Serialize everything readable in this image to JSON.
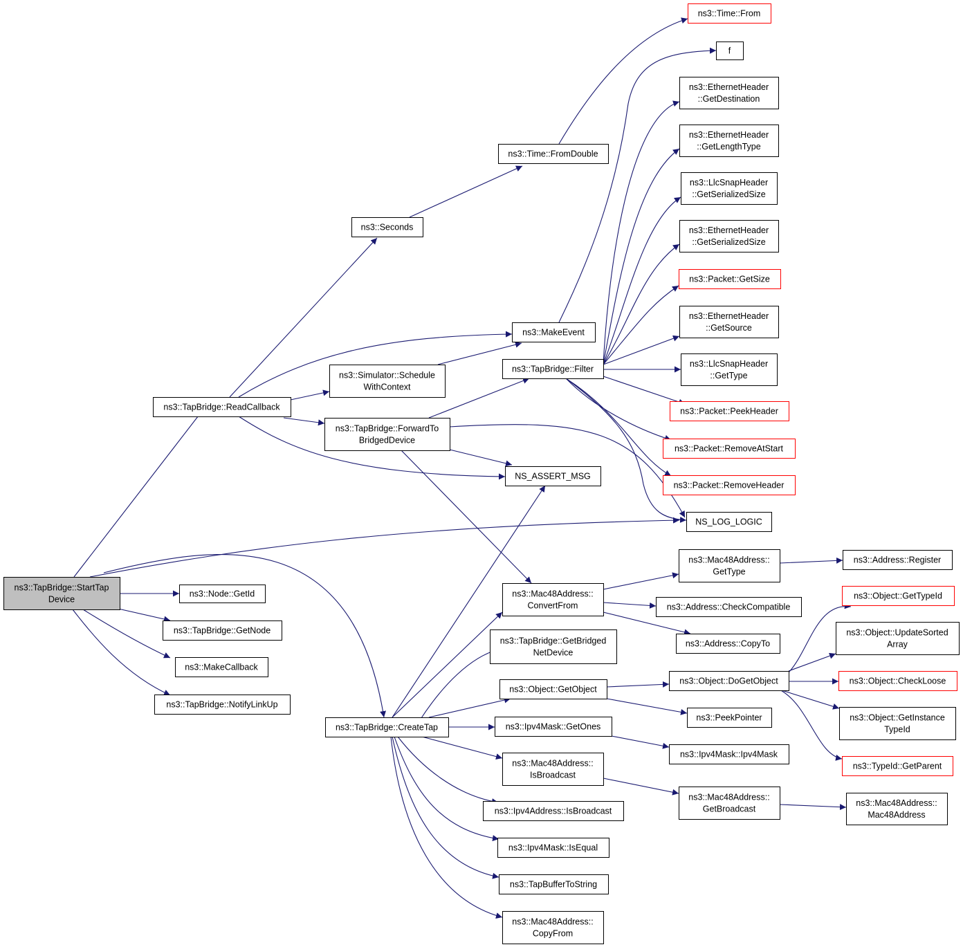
{
  "graph": {
    "colors": {
      "edge": "#191970",
      "node_border": "#000000",
      "truncated_border": "#ff0000",
      "root_fill": "#bfbfbf",
      "node_fill": "#ffffff"
    },
    "nodes": [
      {
        "id": "start_tap",
        "lines": [
          "ns3::TapBridge::StartTap",
          "Device"
        ],
        "root": true
      },
      {
        "id": "read_callback",
        "lines": [
          "ns3::TapBridge::ReadCallback"
        ]
      },
      {
        "id": "node_getid",
        "lines": [
          "ns3::Node::GetId"
        ]
      },
      {
        "id": "get_node",
        "lines": [
          "ns3::TapBridge::GetNode"
        ]
      },
      {
        "id": "make_callback",
        "lines": [
          "ns3::MakeCallback"
        ]
      },
      {
        "id": "notify_linkup",
        "lines": [
          "ns3::TapBridge::NotifyLinkUp"
        ]
      },
      {
        "id": "create_tap",
        "lines": [
          "ns3::TapBridge::CreateTap"
        ]
      },
      {
        "id": "seconds",
        "lines": [
          "ns3::Seconds"
        ]
      },
      {
        "id": "schedule_ctx",
        "lines": [
          "ns3::Simulator::Schedule",
          "WithContext"
        ]
      },
      {
        "id": "forward_to",
        "lines": [
          "ns3::TapBridge::ForwardTo",
          "BridgedDevice"
        ]
      },
      {
        "id": "time_fromdouble",
        "lines": [
          "ns3::Time::FromDouble"
        ]
      },
      {
        "id": "make_event",
        "lines": [
          "ns3::MakeEvent"
        ]
      },
      {
        "id": "filter",
        "lines": [
          "ns3::TapBridge::Filter"
        ]
      },
      {
        "id": "ns_assert_msg",
        "lines": [
          "NS_ASSERT_MSG"
        ]
      },
      {
        "id": "time_from",
        "lines": [
          "ns3::Time::From"
        ],
        "truncated": true
      },
      {
        "id": "f",
        "lines": [
          "f"
        ]
      },
      {
        "id": "eth_getdest",
        "lines": [
          "ns3::EthernetHeader",
          "::GetDestination"
        ]
      },
      {
        "id": "eth_getlentype",
        "lines": [
          "ns3::EthernetHeader",
          "::GetLengthType"
        ]
      },
      {
        "id": "llc_getsersize",
        "lines": [
          "ns3::LlcSnapHeader",
          "::GetSerializedSize"
        ]
      },
      {
        "id": "eth_getsersize",
        "lines": [
          "ns3::EthernetHeader",
          "::GetSerializedSize"
        ]
      },
      {
        "id": "pkt_getsize",
        "lines": [
          "ns3::Packet::GetSize"
        ],
        "truncated": true
      },
      {
        "id": "eth_getsource",
        "lines": [
          "ns3::EthernetHeader",
          "::GetSource"
        ]
      },
      {
        "id": "llc_gettype",
        "lines": [
          "ns3::LlcSnapHeader",
          "::GetType"
        ]
      },
      {
        "id": "pkt_peekheader",
        "lines": [
          "ns3::Packet::PeekHeader"
        ],
        "truncated": true
      },
      {
        "id": "pkt_removeatstart",
        "lines": [
          "ns3::Packet::RemoveAtStart"
        ],
        "truncated": true
      },
      {
        "id": "pkt_removeheader",
        "lines": [
          "ns3::Packet::RemoveHeader"
        ],
        "truncated": true
      },
      {
        "id": "ns_log_logic",
        "lines": [
          "NS_LOG_LOGIC"
        ]
      },
      {
        "id": "mac48_gettype",
        "lines": [
          "ns3::Mac48Address::",
          "GetType"
        ]
      },
      {
        "id": "addr_register",
        "lines": [
          "ns3::Address::Register"
        ]
      },
      {
        "id": "mac48_convertfrom",
        "lines": [
          "ns3::Mac48Address::",
          "ConvertFrom"
        ]
      },
      {
        "id": "addr_checkcompat",
        "lines": [
          "ns3::Address::CheckCompatible"
        ]
      },
      {
        "id": "addr_copyto",
        "lines": [
          "ns3::Address::CopyTo"
        ]
      },
      {
        "id": "get_bridged_netdev",
        "lines": [
          "ns3::TapBridge::GetBridged",
          "NetDevice"
        ]
      },
      {
        "id": "obj_getobject",
        "lines": [
          "ns3::Object::GetObject"
        ]
      },
      {
        "id": "obj_dogetobject",
        "lines": [
          "ns3::Object::DoGetObject"
        ]
      },
      {
        "id": "peek_pointer",
        "lines": [
          "ns3::PeekPointer"
        ]
      },
      {
        "id": "obj_gettypeid",
        "lines": [
          "ns3::Object::GetTypeId"
        ],
        "truncated": true
      },
      {
        "id": "obj_updatesorted",
        "lines": [
          "ns3::Object::UpdateSorted",
          "Array"
        ]
      },
      {
        "id": "obj_checkloose",
        "lines": [
          "ns3::Object::CheckLoose"
        ],
        "truncated": true
      },
      {
        "id": "obj_getinstance",
        "lines": [
          "ns3::Object::GetInstance",
          "TypeId"
        ]
      },
      {
        "id": "typeid_getparent",
        "lines": [
          "ns3::TypeId::GetParent"
        ],
        "truncated": true
      },
      {
        "id": "ipv4mask_getones",
        "lines": [
          "ns3::Ipv4Mask::GetOnes"
        ]
      },
      {
        "id": "ipv4mask_ctor",
        "lines": [
          "ns3::Ipv4Mask::Ipv4Mask"
        ]
      },
      {
        "id": "mac48_isbroadcast",
        "lines": [
          "ns3::Mac48Address::",
          "IsBroadcast"
        ]
      },
      {
        "id": "mac48_getbroadcast",
        "lines": [
          "ns3::Mac48Address::",
          "GetBroadcast"
        ]
      },
      {
        "id": "mac48_ctor",
        "lines": [
          "ns3::Mac48Address::",
          "Mac48Address"
        ]
      },
      {
        "id": "ipv4addr_isbroadcast",
        "lines": [
          "ns3::Ipv4Address::IsBroadcast"
        ]
      },
      {
        "id": "ipv4mask_isequal",
        "lines": [
          "ns3::Ipv4Mask::IsEqual"
        ]
      },
      {
        "id": "tapbuffer_tostring",
        "lines": [
          "ns3::TapBufferToString"
        ]
      },
      {
        "id": "mac48_copyfrom",
        "lines": [
          "ns3::Mac48Address::",
          "CopyFrom"
        ]
      }
    ]
  }
}
